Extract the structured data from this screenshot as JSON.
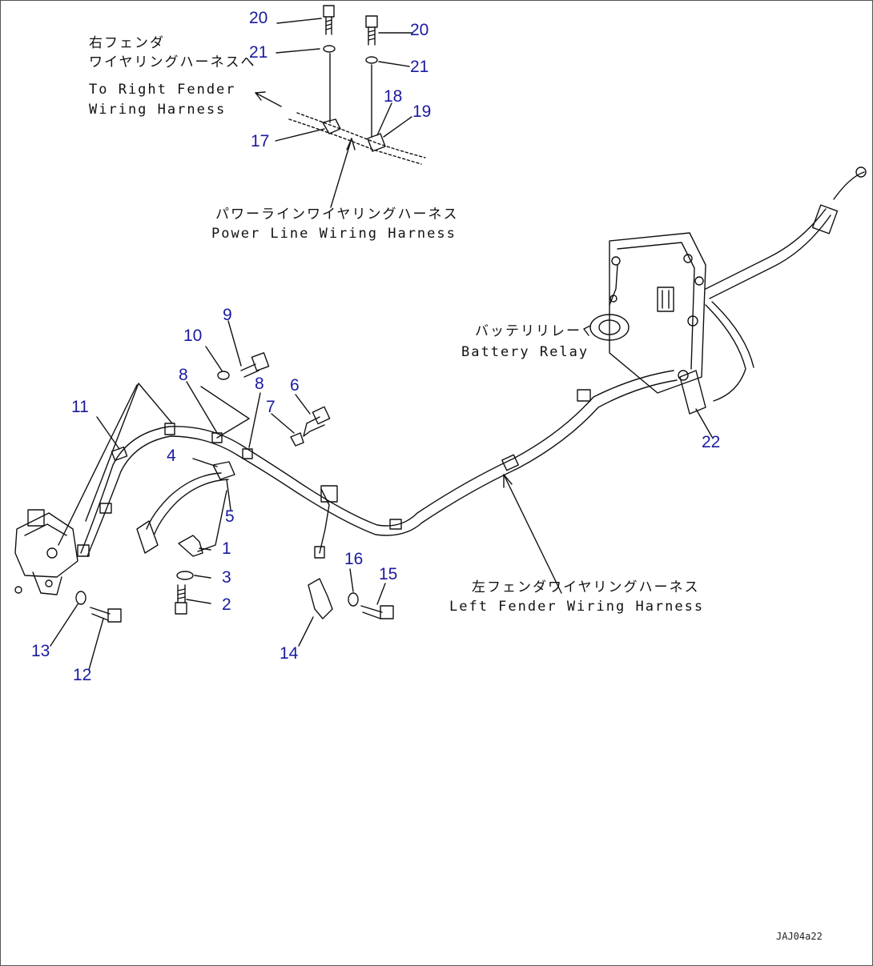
{
  "labels": {
    "right_fender_jp": "右フェンダ",
    "right_fender_jp2": "ワイヤリングハーネスへ",
    "right_fender_en1": "To Right Fender",
    "right_fender_en2": "Wiring Harness",
    "power_line_jp": "パワーラインワイヤリングハーネス",
    "power_line_en": "Power Line Wiring Harness",
    "battery_relay_jp": "バッテリリレー",
    "battery_relay_en": "Battery Relay",
    "left_fender_jp": "左フェンダワイヤリングハーネス",
    "left_fender_en": "Left Fender Wiring Harness"
  },
  "drawing_code": "JAJ04a22",
  "parts": {
    "p20a": "20",
    "p20b": "20",
    "p21a": "21",
    "p21b": "21",
    "p18": "18",
    "p19": "19",
    "p17": "17",
    "p9": "9",
    "p10": "10",
    "p8a": "8",
    "p8b": "8",
    "p7": "7",
    "p6": "6",
    "p11": "11",
    "p4": "4",
    "p5": "5",
    "p1": "1",
    "p3": "3",
    "p2": "2",
    "p16": "16",
    "p15": "15",
    "p14": "14",
    "p13": "13",
    "p12": "12",
    "p22": "22"
  },
  "colors": {
    "part_number": "#1a1aa0",
    "line": "#111111"
  }
}
